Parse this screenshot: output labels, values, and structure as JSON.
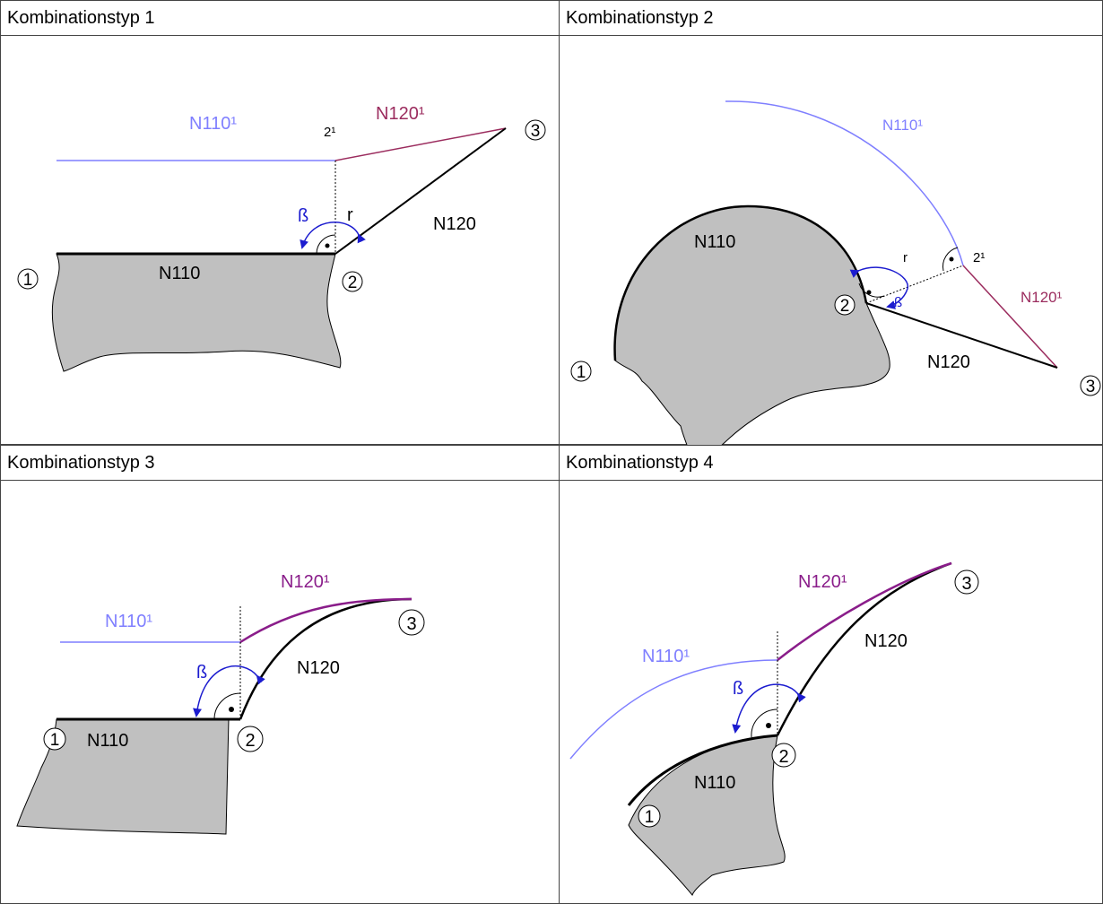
{
  "panels": [
    {
      "title": "Kombinationstyp 1",
      "labels": {
        "n110s": "N110¹",
        "n120s": "N120¹",
        "two_s": "2¹",
        "n120": "N120",
        "n110": "N110",
        "beta": "ß",
        "r": "r"
      },
      "points": {
        "p1": "1",
        "p2": "2",
        "p3": "3"
      }
    },
    {
      "title": "Kombinationstyp 2",
      "labels": {
        "n110s": "N110¹",
        "n110": "N110",
        "r": "r",
        "two_s": "2¹",
        "n120s": "N120¹",
        "beta": "ß",
        "n120": "N120"
      },
      "points": {
        "p1": "1",
        "p2": "2",
        "p3": "3"
      }
    },
    {
      "title": "Kombinationstyp 3",
      "labels": {
        "n120s": "N120¹",
        "n110s": "N110¹",
        "n120": "N120",
        "beta": "ß",
        "n110": "N110"
      },
      "points": {
        "p1": "1",
        "p2": "2",
        "p3": "3"
      }
    },
    {
      "title": "Kombinationstyp 4",
      "labels": {
        "n120s": "N120¹",
        "n120": "N120",
        "n110s": "N110¹",
        "beta": "ß",
        "n110": "N110"
      },
      "points": {
        "p1": "1",
        "p2": "2",
        "p3": "3"
      }
    }
  ],
  "colors": {
    "blue_path": "#7f7fff",
    "magenta_path": "#9b2c5e",
    "purple_path": "#8a1d8a",
    "arrow": "#1c1ccf",
    "material": "#c0c0c0"
  }
}
